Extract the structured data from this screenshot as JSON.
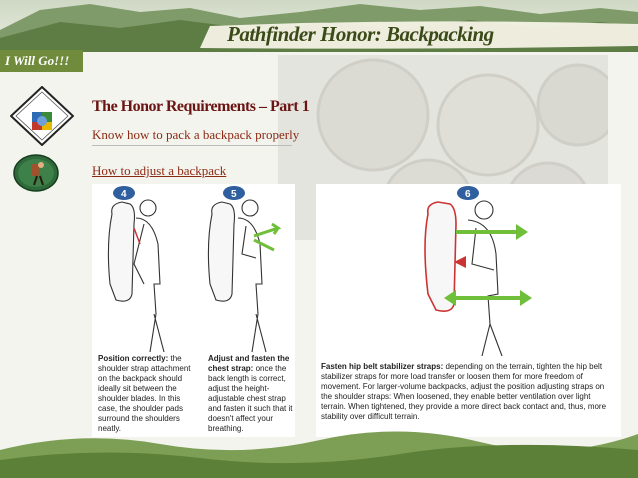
{
  "header": {
    "title": "Pathfinder Honor: Backpacking"
  },
  "tag": {
    "label": "I Will Go!!!"
  },
  "content": {
    "heading": "The Honor Requirements – Part 1",
    "item1": "Know how to pack a backpack properly",
    "item2": "How to adjust a backpack"
  },
  "figures": {
    "step4": {
      "number": "4",
      "title": "Position correctly:",
      "text": "the shoulder strap attachment on the backpack should ideally sit between the shoulder blades. In this case, the shoulder pads surround the shoulders neatly."
    },
    "step5": {
      "number": "5",
      "title": "Adjust and fasten the chest strap:",
      "text": "once the back length is correct, adjust the height-adjustable chest strap and fasten it such that it doesn't affect your breathing."
    },
    "step6": {
      "number": "6",
      "title": "Fasten hip belt stabilizer straps:",
      "text": "depending on the terrain, tighten the hip belt stabilizer straps for more load transfer or loosen them for more freedom of movement. For larger-volume backpacks, adjust the position adjusting straps on the shoulder straps: When loosened, they enable better ventilation over light terrain. When tightened, they provide a more direct back contact and, thus, more stability over difficult terrain."
    }
  },
  "colors": {
    "title": "#3a4a18",
    "tag": "#6f8b3b",
    "heading": "#6b1414",
    "text": "#8b2a14",
    "step_badge": "#2f5f9e",
    "arrow": "#6fbf3a"
  }
}
